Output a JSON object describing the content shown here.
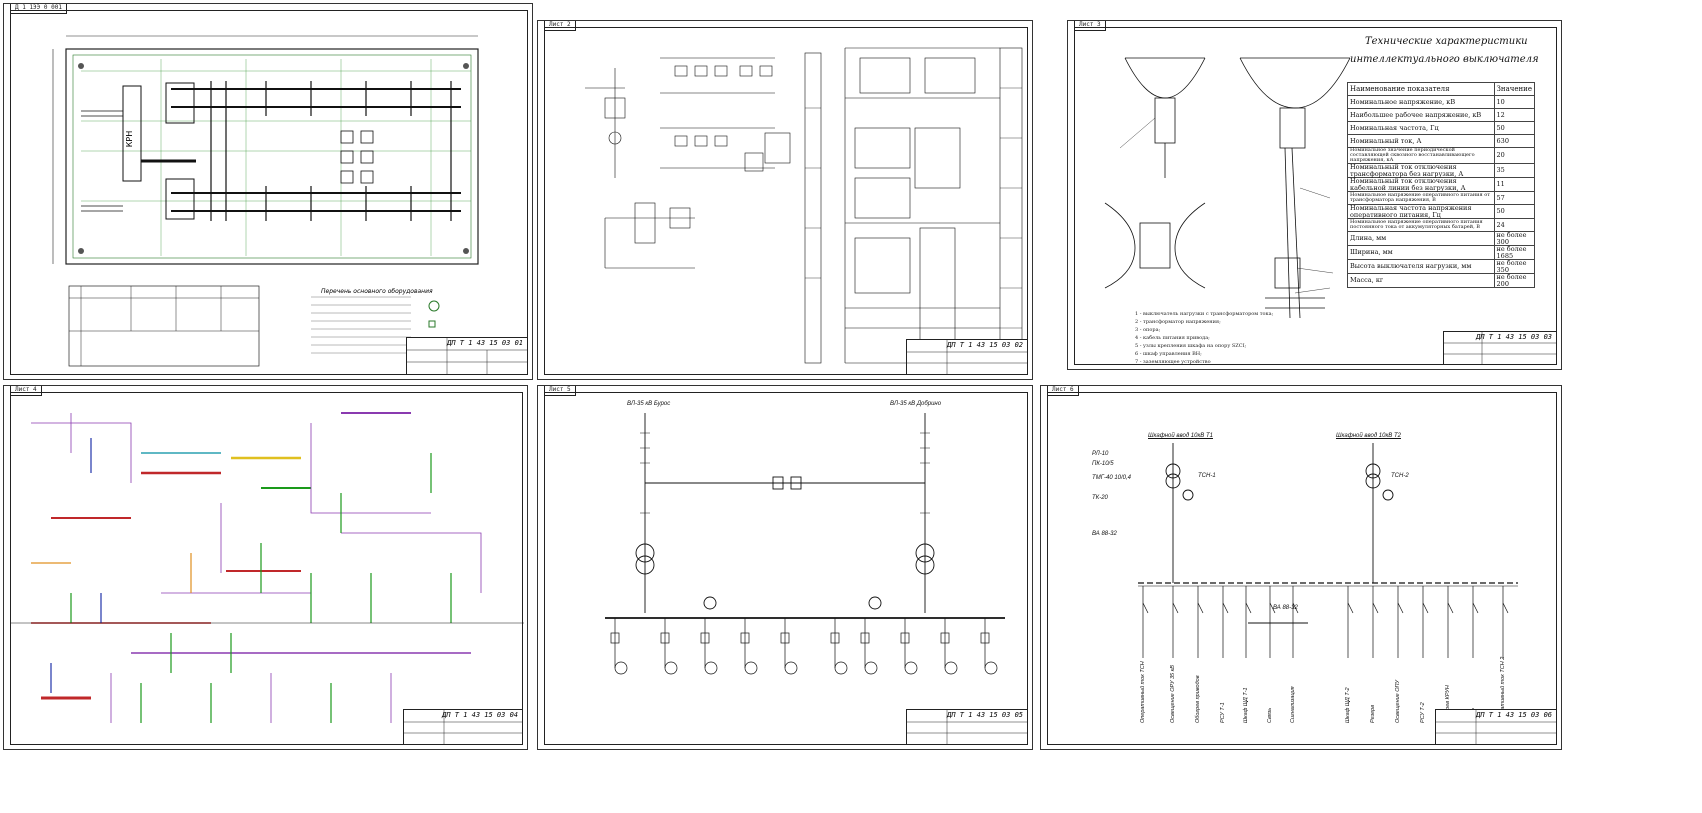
{
  "sheets": [
    {
      "tag": "Д 1 1ЭЭ 0 001",
      "stamp_code": "ДП  Т  1 43 15 03 01"
    },
    {
      "tag": "Лист 2",
      "stamp_code": "ДП  Т  1 43 15 03 02"
    },
    {
      "tag": "Лист 3",
      "stamp_code": "ДП  Т  1 43 15 03 03"
    },
    {
      "tag": "Лист 4",
      "stamp_code": "ДП  Т  1 43 15 03 04"
    },
    {
      "tag": "Лист 5",
      "stamp_code": "ДП  Т  1 43 15 03 05"
    },
    {
      "tag": "Лист 6",
      "stamp_code": "ДП  Т  1 43 15 03 06"
    }
  ],
  "sheet1": {
    "krn_label": "КРН",
    "legend_title": "Перечень основного оборудования"
  },
  "sheet3": {
    "title_line1": "Технические характеристики",
    "title_line2": "интеллектуального выключателя",
    "table_header": [
      "Наименование показателя",
      "Значение"
    ],
    "rows": [
      [
        "Номинальное напряжение, кВ",
        "10"
      ],
      [
        "Наибольшее рабочее напряжение, кВ",
        "12"
      ],
      [
        "Номинальная частота, Гц",
        "50"
      ],
      [
        "Номинальный ток, А",
        "630"
      ],
      [
        "Номинальное значение периодической составляющей сквозного восстанавливающего напряжения, кА",
        "20"
      ],
      [
        "Номинальный ток отключения трансформатора без нагрузки, А",
        "35"
      ],
      [
        "Номинальный ток отключения кабельной линии без нагрузки, А",
        "11"
      ],
      [
        "Номинальное напряжение оперативного питания от трансформатора напряжения, В",
        "57"
      ],
      [
        "Номинальная частота напряжения оперативного питания, Гц",
        "50"
      ],
      [
        "Номинальное напряжение оперативного питания постоянного тока от аккумуляторных батарей, В",
        "24"
      ],
      [
        "Длина, мм",
        "не более 300"
      ],
      [
        "Ширина, мм",
        "не более 1685"
      ],
      [
        "Высота выключателя нагрузки, мм",
        "не более 350"
      ],
      [
        "Масса, кг",
        "не более 200"
      ]
    ],
    "legend": [
      "1 - выключатель нагрузки с трансформатором тока;",
      "2 - трансформатор напряжения;",
      "3 - опора;",
      "4 - кабель питания привода;",
      "5 - узлы крепления шкафа на опору SZCI;",
      "6 - шкаф управления ВН;",
      "7 - заземляющее устройство"
    ]
  },
  "sheet5": {
    "left_bus": "ВЛ-35 кВ Бурос",
    "right_bus": "ВЛ-35 кВ Добрино"
  },
  "sheet6": {
    "t1_label": "Шкафной ввод 10кВ Т1",
    "t2_label": "Шкафной ввод 10кВ Т2",
    "left_labels": [
      "РЛ-10",
      "ПК-10/5",
      "ТМГ-40 10/0,4",
      "ТК-20",
      "ВА 88-32"
    ],
    "tsn1": "ТСН-1",
    "tsn2": "ТСН-2",
    "bus_switch": "ВА 88-32",
    "feeders": [
      "Оперативный ток ТСН",
      "Освещение ОРУ 35 кВ",
      "Обогрев приводов",
      "РСУ Т-1",
      "Шкаф ЩД Т-1",
      "Связь",
      "Сигнализация",
      "Шкаф ЩД Т-2",
      "Резерв",
      "Освещение ОПУ",
      "РСУ Т-2",
      "Обогрев КРУН",
      "Связь",
      "Оперативный ток ТСН 2"
    ]
  }
}
